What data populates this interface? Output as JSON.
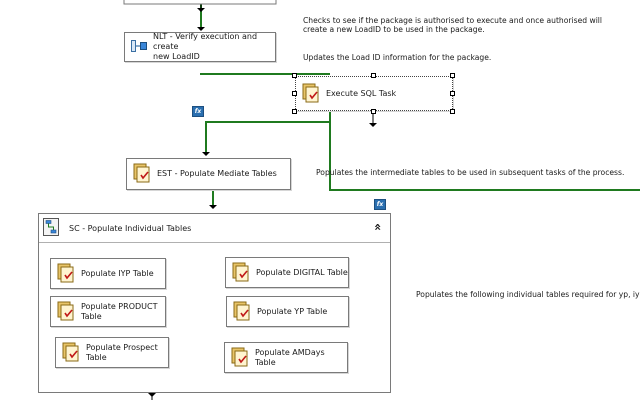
{
  "annotations": {
    "authorise": "Checks to see if the package is authorised to execute and once authorised will",
    "authorise2": "create a new LoadID to be used in the package.",
    "updates": "Updates the Load ID information for the package.",
    "intermediate": "Populates the  intermediate tables to be used in subsequent tasks of the process.",
    "individual": "Populates the following individual tables required for yp, iyp, digi"
  },
  "tasks": {
    "nlt": {
      "line1": "NLT - Verify execution and create",
      "line2": "new LoadID"
    },
    "exec_sql": {
      "label": "Execute SQL Task"
    },
    "est": {
      "label": "EST - Populate Mediate Tables"
    }
  },
  "container": {
    "title": "SC - Populate Individual Tables",
    "collapse_glyph": "«"
  },
  "inner_tasks": {
    "iyp": {
      "line1": "Populate IYP  Table",
      "line2": ""
    },
    "product": {
      "line1": "Populate PRODUCT",
      "line2": "Table"
    },
    "prospect": {
      "line1": "Populate Prospect",
      "line2": "Table"
    },
    "digital": {
      "line1": "Populate DIGITAL Table",
      "line2": ""
    },
    "yp": {
      "line1": "Populate YP Table",
      "line2": ""
    },
    "amdays": {
      "line1": "Populate AMDays Table",
      "line2": ""
    }
  },
  "fx_label": "fx",
  "colors": {
    "precedence": "#1f7a1f",
    "fx": "#2a6fb0"
  }
}
